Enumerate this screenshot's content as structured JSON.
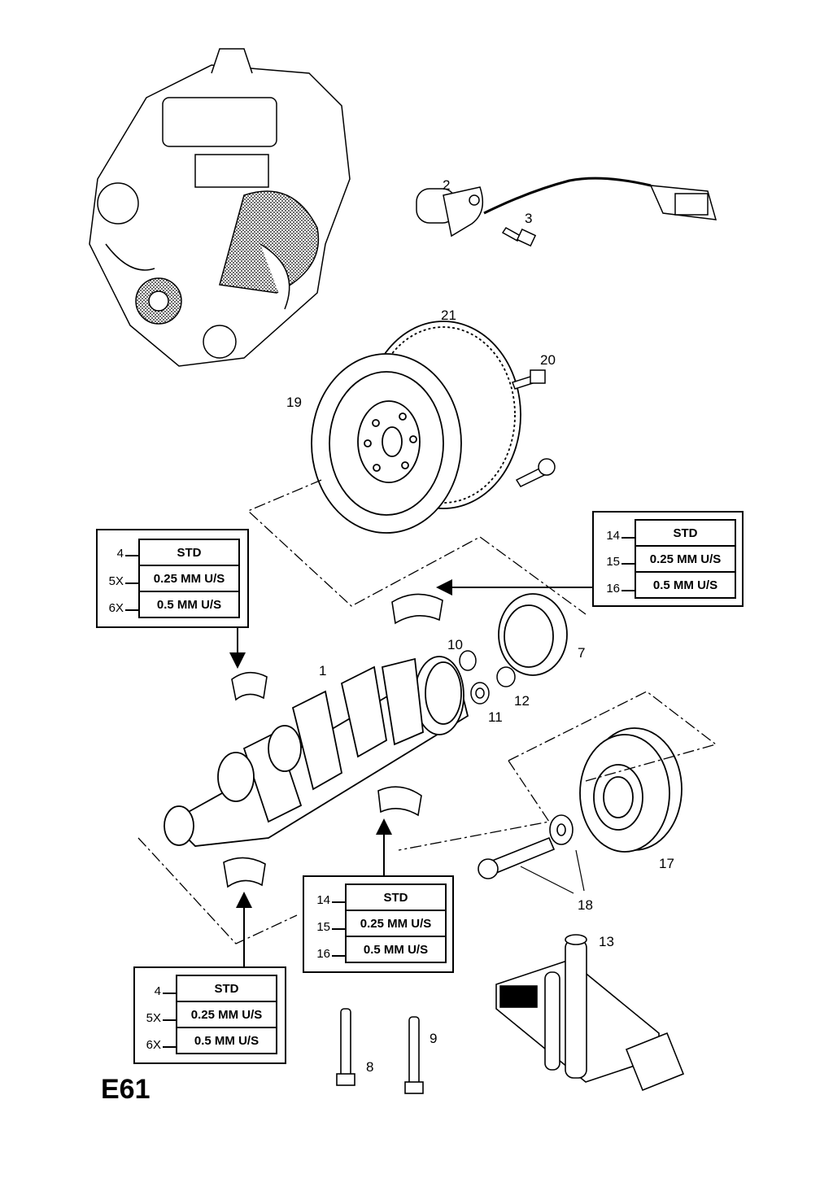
{
  "page_code": "E61",
  "callouts": {
    "c1": "1",
    "c2": "2",
    "c3": "3",
    "c7": "7",
    "c8": "8",
    "c9": "9",
    "c10": "10",
    "c11": "11",
    "c12": "12",
    "c13": "13",
    "c17": "17",
    "c18": "18",
    "c19": "19",
    "c20": "20",
    "c21": "21"
  },
  "tables": {
    "main_bearing_upper": {
      "rows": [
        {
          "code": "4",
          "spec": "STD"
        },
        {
          "code": "5X",
          "spec": "0.25  MM U/S"
        },
        {
          "code": "6X",
          "spec": "0.5  MM U/S"
        }
      ]
    },
    "thrust_bearing_upper": {
      "rows": [
        {
          "code": "14",
          "spec": "STD"
        },
        {
          "code": "15",
          "spec": "0.25  MM U/S"
        },
        {
          "code": "16",
          "spec": "0.5  MM U/S"
        }
      ]
    },
    "thrust_bearing_lower": {
      "rows": [
        {
          "code": "14",
          "spec": "STD"
        },
        {
          "code": "15",
          "spec": "0.25  MM U/S"
        },
        {
          "code": "16",
          "spec": "0.5  MM U/S"
        }
      ]
    },
    "main_bearing_lower": {
      "rows": [
        {
          "code": "4",
          "spec": "STD"
        },
        {
          "code": "5X",
          "spec": "0.25  MM U/S"
        },
        {
          "code": "6X",
          "spec": "0.5  MM U/S"
        }
      ]
    }
  }
}
